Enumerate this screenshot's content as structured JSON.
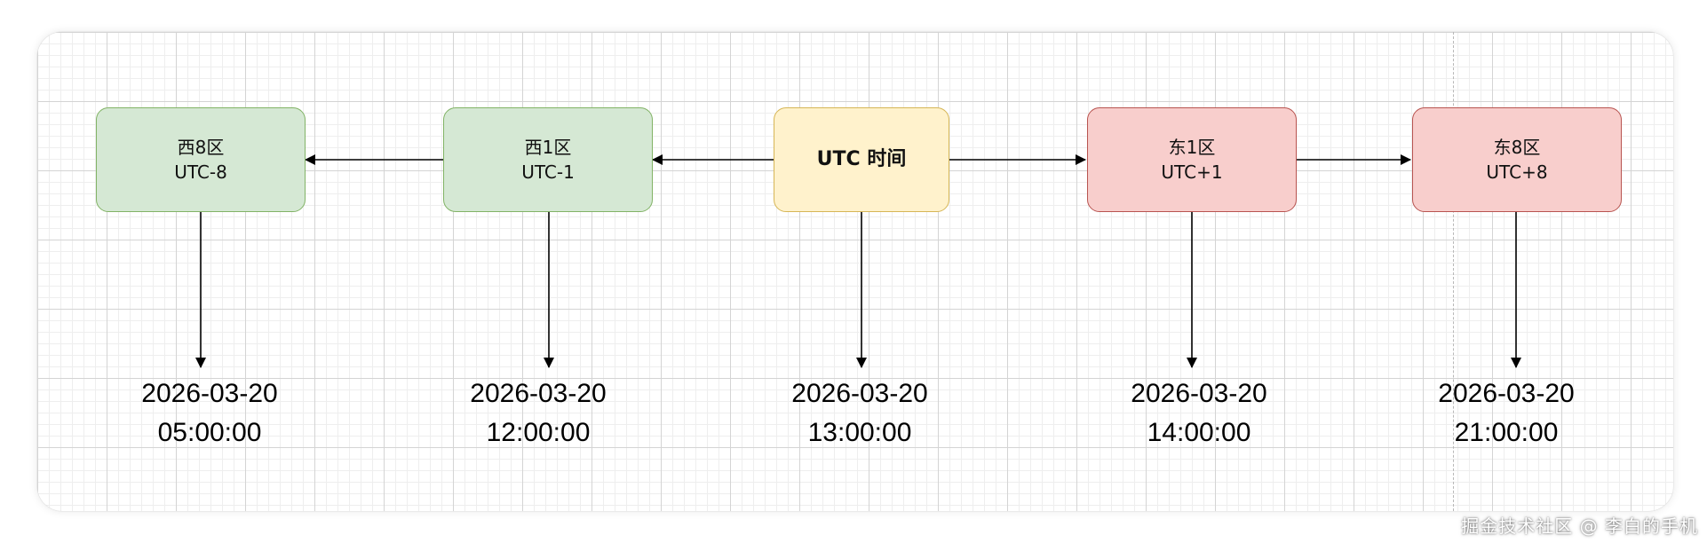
{
  "nodes": [
    {
      "id": "west8",
      "zone": "西8区",
      "offset": "UTC-8",
      "time_date": "2026-03-20",
      "time_clock": "05:00:00"
    },
    {
      "id": "west1",
      "zone": "西1区",
      "offset": "UTC-1",
      "time_date": "2026-03-20",
      "time_clock": "12:00:00"
    },
    {
      "id": "utc",
      "label": "UTC 时间",
      "time_date": "2026-03-20",
      "time_clock": "13:00:00"
    },
    {
      "id": "east1",
      "zone": "东1区",
      "offset": "UTC+1",
      "time_date": "2026-03-20",
      "time_clock": "14:00:00"
    },
    {
      "id": "east8",
      "zone": "东8区",
      "offset": "UTC+8",
      "time_date": "2026-03-20",
      "time_clock": "21:00:00"
    }
  ],
  "colors": {
    "west_fill": "#d5e8d4",
    "west_stroke": "#82b366",
    "utc_fill": "#fff2cc",
    "utc_stroke": "#d6b656",
    "east_fill": "#f8cecc",
    "east_stroke": "#b85450"
  },
  "watermark": "掘金技术社区 @ 李白的手机"
}
